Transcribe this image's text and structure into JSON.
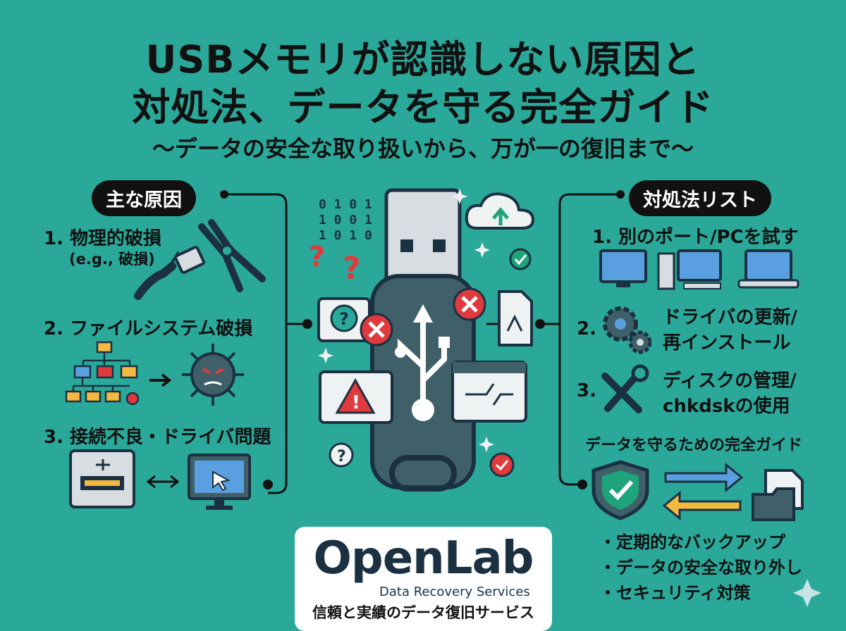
{
  "header": {
    "title_line1": "USBメモリが認識しない原因と",
    "title_line2": "対処法、データを守る完全ガイド",
    "subtitle": "〜データの安全な取り扱いから、万が一の復旧まで〜"
  },
  "causes": {
    "heading": "主な原因",
    "items": [
      {
        "label": "1. 物理的破損",
        "sub": "(e.g., 破損)"
      },
      {
        "label": "2. ファイルシステム破損"
      },
      {
        "label": "3. 接続不良・ドライバ問題"
      }
    ]
  },
  "center": {
    "binary": [
      "0 1 0 1",
      "1 0 0 1",
      "1 0 1 0"
    ]
  },
  "fixes": {
    "heading": "対処法リスト",
    "items": [
      {
        "label": "1. 別のポート/PCを試す"
      },
      {
        "num": "2.",
        "line1": "ドライバの更新/",
        "line2": "再インストール"
      },
      {
        "num": "3.",
        "line1": "ディスクの管理/",
        "line2": "chkdskの使用"
      }
    ],
    "protect_heading": "データを守るための完全ガイド",
    "bullets": [
      "・定期的なバックアップ",
      "・データの安全な取り外し",
      "・セキュリティ対策"
    ]
  },
  "logo": {
    "name": "OpenLab",
    "service": "Data Recovery Services",
    "tagline": "信頼と実績のデータ復旧サービス"
  },
  "colors": {
    "background": "#2aa99a",
    "accent_red": "#e0393e",
    "accent_green": "#1fa37a",
    "dark": "#1b3142"
  }
}
